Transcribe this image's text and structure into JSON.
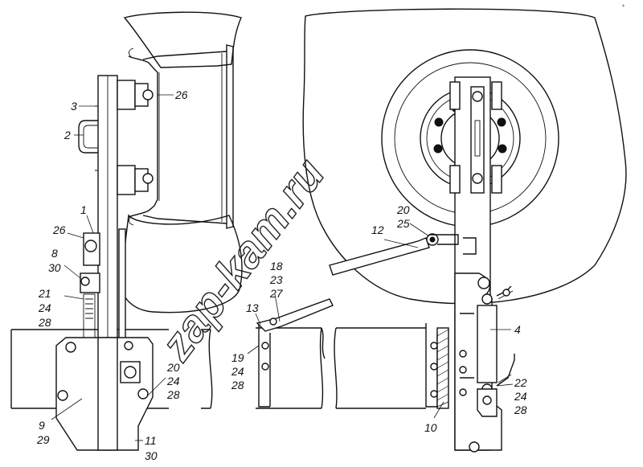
{
  "watermark": "zap-kam.ru",
  "corner_mark": "*",
  "callouts": [
    {
      "id": "c-26-top",
      "text": "26"
    },
    {
      "id": "c-3",
      "text": "3"
    },
    {
      "id": "c-2",
      "text": "2"
    },
    {
      "id": "c-1",
      "text": "1"
    },
    {
      "id": "c-26-mid",
      "text": "26"
    },
    {
      "id": "c-8",
      "text": "8"
    },
    {
      "id": "c-30-a",
      "text": "30"
    },
    {
      "id": "c-21",
      "text": "21"
    },
    {
      "id": "c-24-a",
      "text": "24"
    },
    {
      "id": "c-28-a",
      "text": "28"
    },
    {
      "id": "c-9",
      "text": "9"
    },
    {
      "id": "c-29",
      "text": "29"
    },
    {
      "id": "c-11",
      "text": "11"
    },
    {
      "id": "c-30-b",
      "text": "30"
    },
    {
      "id": "c-20-a",
      "text": "20"
    },
    {
      "id": "c-24-b",
      "text": "24"
    },
    {
      "id": "c-28-b",
      "text": "28"
    },
    {
      "id": "c-18",
      "text": "18"
    },
    {
      "id": "c-23",
      "text": "23"
    },
    {
      "id": "c-27",
      "text": "27"
    },
    {
      "id": "c-13",
      "text": "13"
    },
    {
      "id": "c-19",
      "text": "19"
    },
    {
      "id": "c-24-c",
      "text": "24"
    },
    {
      "id": "c-28-c",
      "text": "28"
    },
    {
      "id": "c-12",
      "text": "12"
    },
    {
      "id": "c-20-b",
      "text": "20"
    },
    {
      "id": "c-25",
      "text": "25"
    },
    {
      "id": "c-4",
      "text": "4"
    },
    {
      "id": "c-22",
      "text": "22"
    },
    {
      "id": "c-24-d",
      "text": "24"
    },
    {
      "id": "c-28-d",
      "text": "28"
    },
    {
      "id": "c-10",
      "text": "10"
    }
  ]
}
